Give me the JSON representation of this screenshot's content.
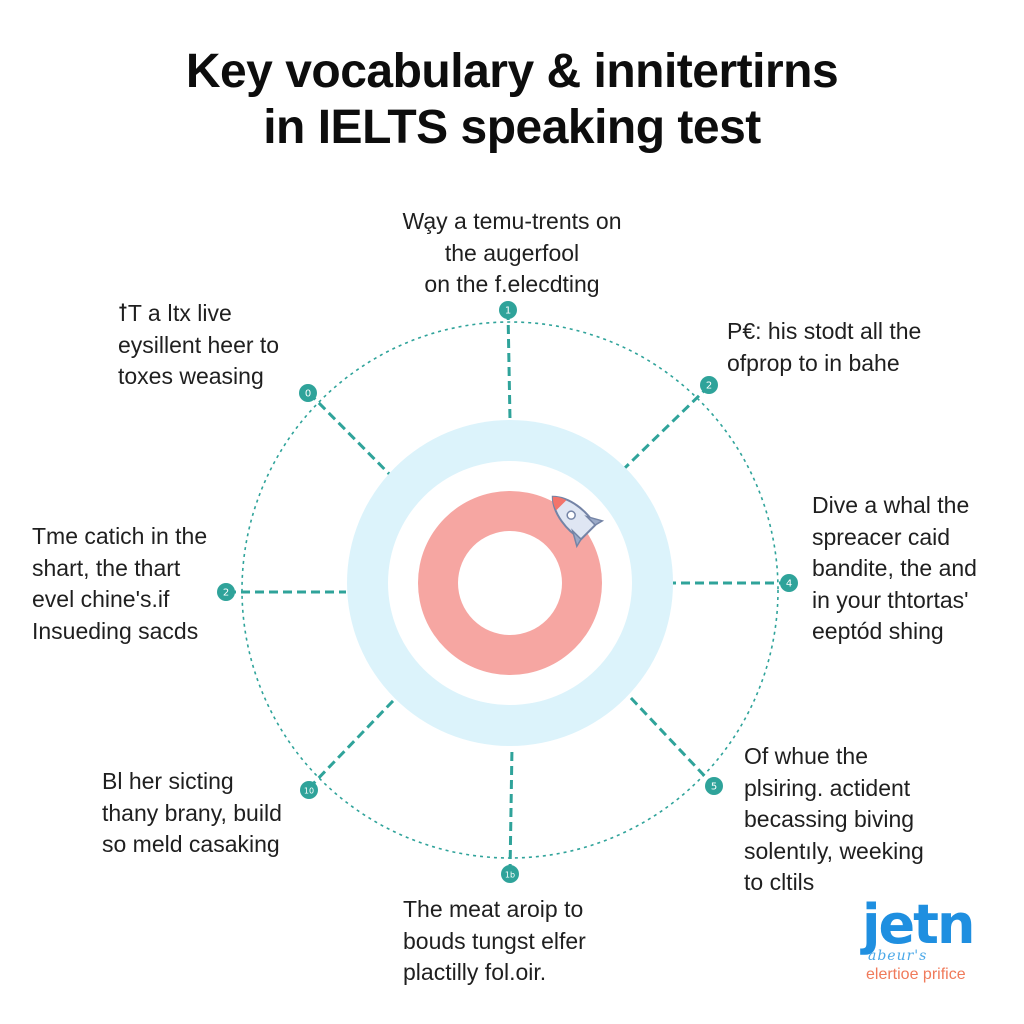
{
  "title": {
    "line1": "Key vocabulary & innitertirns",
    "line2": "in IELTS speaking test"
  },
  "nodes": [
    {
      "badge": "1",
      "lines": [
        "Wa̧y a temu-trents on",
        "the augerfool",
        "on the f.elecdting"
      ]
    },
    {
      "badge": "2",
      "lines": [
        "P€: his stodt all the",
        "ofprop to in bahe"
      ]
    },
    {
      "badge": "4",
      "lines": [
        "Dive a whal the",
        "spreacer caid",
        "bandite, the and",
        "in your thtortas'",
        "eeptód shing"
      ]
    },
    {
      "badge": "5",
      "lines": [
        "Of whue the",
        "plsiring. actident",
        "becassing biving",
        "solentıly, weeking",
        "to cltils"
      ]
    },
    {
      "badge": "1b",
      "lines": [
        "The meat aroip to",
        "bouds tungst elfer",
        "plactilly fol.oir."
      ]
    },
    {
      "badge": "10",
      "lines": [
        "Bl her sicting",
        "thany brany, build",
        "so meld casaking"
      ]
    },
    {
      "badge": "2",
      "lines": [
        "Tme catich in the",
        "shart, the thart",
        "evel chine's.if",
        "Insueding sacds"
      ]
    },
    {
      "badge": "0",
      "lines": [
        "ꝉT a ǀtx live",
        "eysillent heer to",
        "toxes weasing"
      ]
    }
  ],
  "logo": {
    "word": "jetn",
    "sub1": "abeur's",
    "sub2": "elertioe prifice"
  },
  "colors": {
    "teal": "#2fa39a",
    "outer_ring": "#dcf3fb",
    "inner_ring": "#f6a6a2",
    "title": "#0d0d0d"
  },
  "icons": [
    "rocket-icon"
  ]
}
